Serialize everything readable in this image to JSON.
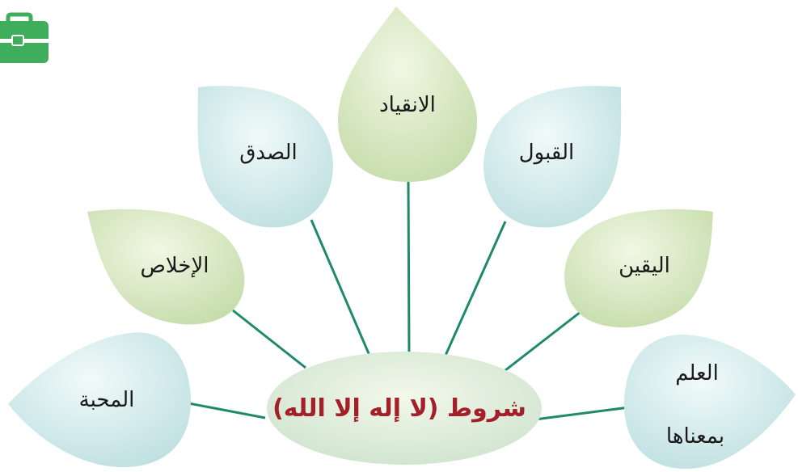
{
  "colors": {
    "connector": "#1f8a6a",
    "leaf_green_light": "#eef5df",
    "leaf_green_dark": "#c9dfb0",
    "leaf_blue_light": "#eef8f7",
    "leaf_blue_dark": "#c2e2e3",
    "center_title": "#a3202a",
    "badge": "#3fae5c"
  },
  "icon": {
    "name": "briefcase-icon"
  },
  "center": {
    "title": "شروط (لا إله إلا الله)"
  },
  "leaves": [
    {
      "id": "inqiyad",
      "label": "الانقياد"
    },
    {
      "id": "sidq",
      "label": "الصدق"
    },
    {
      "id": "qabul",
      "label": "القبول"
    },
    {
      "id": "ikhlas",
      "label": "الإخلاص"
    },
    {
      "id": "yaqin",
      "label": "اليقين"
    },
    {
      "id": "mahabba",
      "label": "المحبة"
    },
    {
      "id": "ilm",
      "label_line1": "العلم",
      "label_line2": "بمعناها"
    }
  ]
}
